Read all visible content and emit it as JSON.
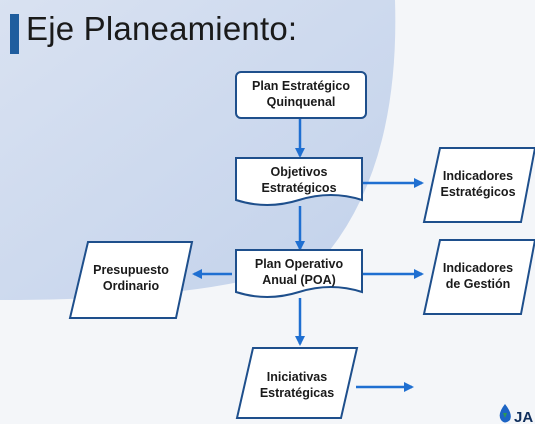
{
  "title": "Eje Planeamiento:",
  "boxes": {
    "plan_estrategico": [
      "Plan Estratégico",
      "Quinquenal"
    ],
    "objetivos": [
      "Objetivos",
      "Estratégicos"
    ],
    "plan_operativo": [
      "Plan Operativo",
      "Anual (POA)"
    ],
    "indicadores_estrategicos": [
      "Indicadores",
      "Estratégicos"
    ],
    "indicadores_gestion": [
      "Indicadores",
      "de Gestión"
    ],
    "presupuesto": [
      "Presupuesto",
      "Ordinario"
    ],
    "iniciativas": [
      "Iniciativas",
      "Estratégicas"
    ]
  },
  "logo": "JA",
  "colors": {
    "accent": "#1f5d9e",
    "box_border": "#1e4f8c",
    "box_fill": "#ffffff",
    "arrow": "#1f6fd1",
    "wedge": "#c8d6ec"
  }
}
